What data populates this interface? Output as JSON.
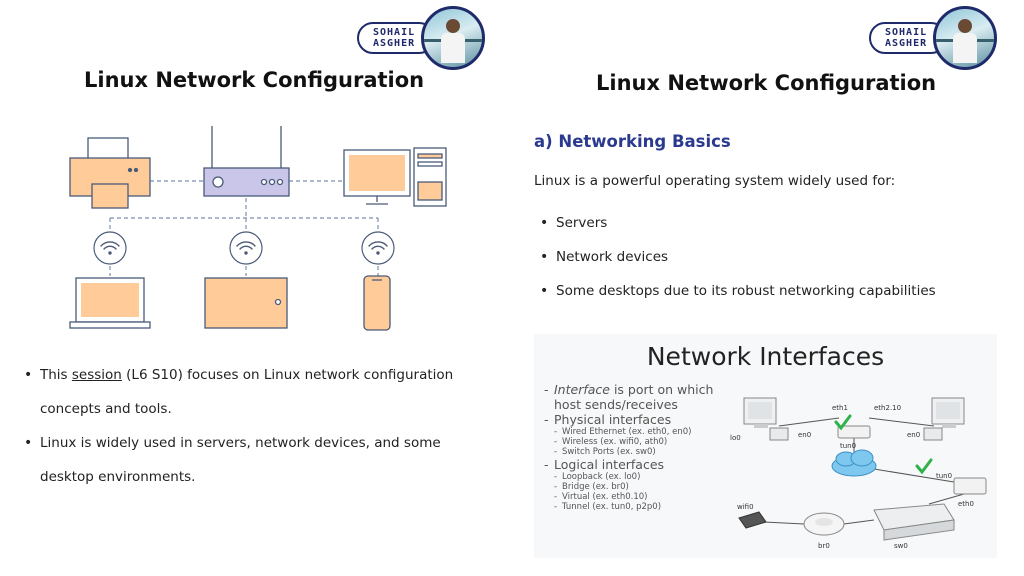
{
  "author_badge": {
    "line1": "SOHAIL",
    "line2": "ASGHER"
  },
  "left_slide": {
    "title": "Linux Network Configuration",
    "bullets": [
      {
        "before": "This ",
        "link": "session",
        "after": " (L6 S10) focuses on Linux network configuration concepts and tools."
      },
      {
        "text": "Linux is widely used in servers, network devices, and some desktop environments."
      }
    ],
    "illustration": {
      "devices": [
        "printer-icon",
        "router-icon",
        "desktop-computer-icon",
        "laptop-icon",
        "tablet-icon",
        "smartphone-icon"
      ],
      "accent_fill": "#ffcc99",
      "router_fill": "#c9c6ea"
    }
  },
  "right_slide": {
    "title": "Linux Network Configuration",
    "section_heading": "a) Networking Basics",
    "intro": "Linux is a powerful operating system widely used for:",
    "bullets": [
      "Servers",
      "Network devices",
      "Some desktops due to its robust networking capabilities"
    ],
    "network_interfaces_image": {
      "title": "Network Interfaces",
      "definition_em": "Interface",
      "definition_rest": " is port on which host sends/receives",
      "groups": [
        {
          "heading": "Physical interfaces",
          "items": [
            "Wired Ethernet (ex. eth0, en0)",
            "Wireless (ex. wifi0, ath0)",
            "Switch Ports (ex. sw0)"
          ]
        },
        {
          "heading": "Logical interfaces",
          "items": [
            "Loopback (ex. lo0)",
            "Bridge (ex. br0)",
            "Virtual (ex. eth0.10)",
            "Tunnel (ex. tun0, p2p0)"
          ]
        }
      ],
      "diagram_labels": {
        "eth1": "eth1",
        "eth2_10": "eth2.10",
        "lo0": "lo0",
        "en0_left": "en0",
        "en0_right": "en0",
        "tun0_top": "tun0",
        "tun0_right": "tun0",
        "eth0": "eth0",
        "wifi0": "wifi0",
        "br0": "br0",
        "sw0": "sw0"
      },
      "check_color": "#2db34a",
      "cloud_color": "#7ec8f0"
    }
  },
  "colors": {
    "heading_blue": "#2b3a8f",
    "badge_navy": "#1f2a6b"
  }
}
